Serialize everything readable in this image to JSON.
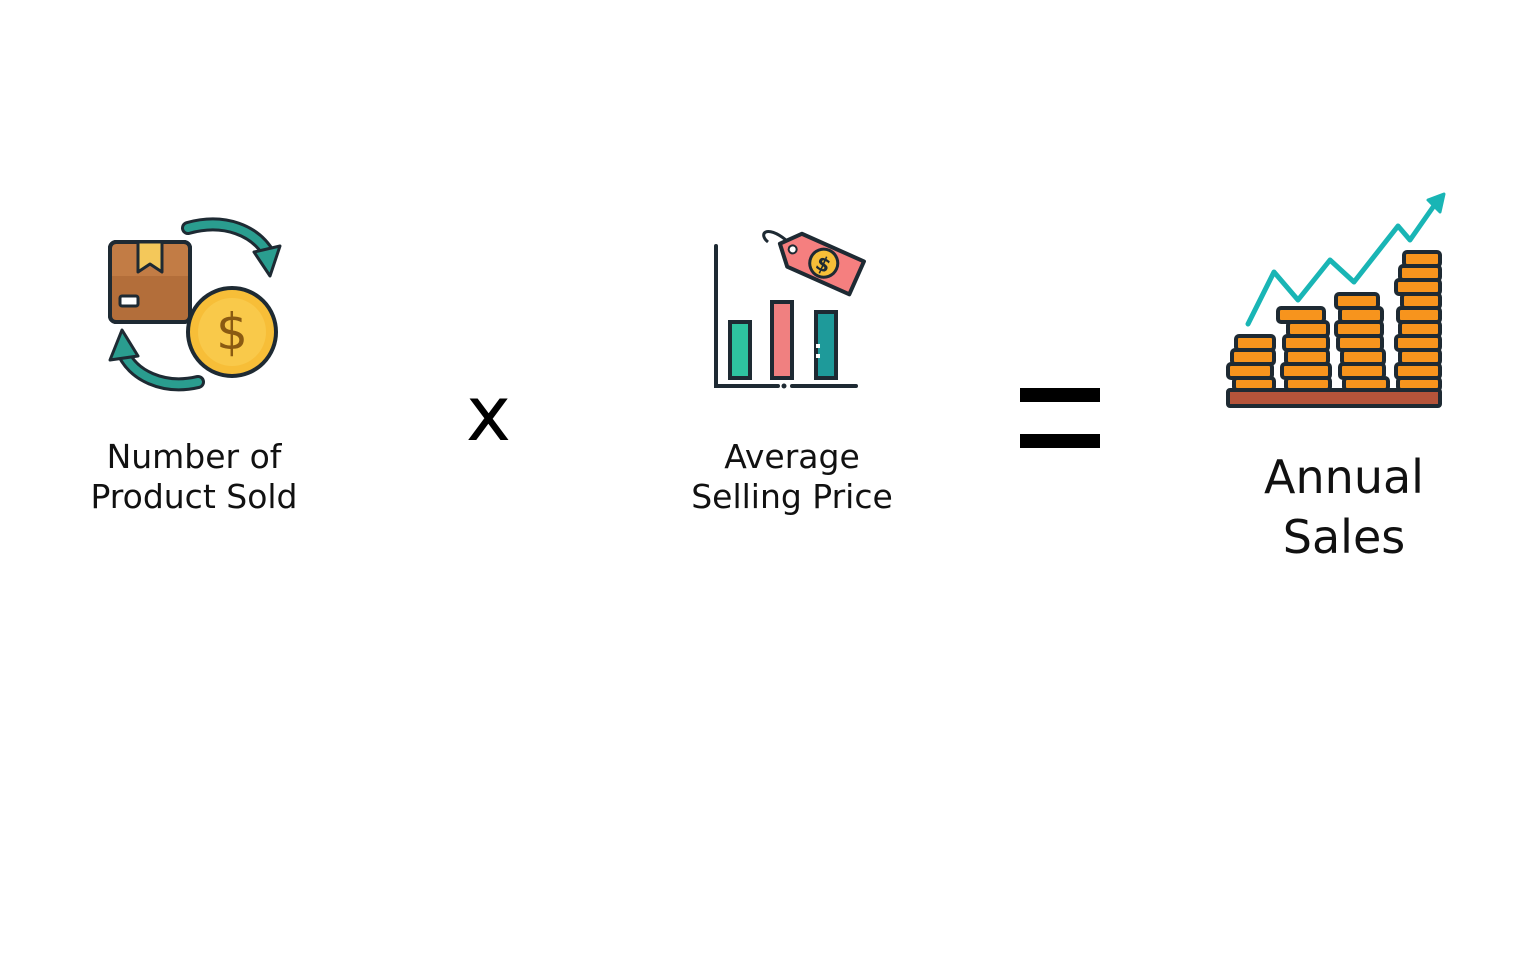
{
  "terms": [
    {
      "id": "product_sold",
      "icon": "box-coin-exchange-icon",
      "label_lines": [
        "Number of",
        "Product Sold"
      ]
    },
    {
      "id": "avg_price",
      "icon": "price-tag-bar-chart-icon",
      "label_lines": [
        "Average",
        "Selling Price"
      ]
    },
    {
      "id": "annual_sales",
      "icon": "coin-stacks-growth-icon",
      "label_lines": [
        "Annual",
        "Sales"
      ]
    }
  ],
  "operators": {
    "multiply": "x",
    "equals": "="
  },
  "colors": {
    "box": "#C27C45",
    "box_tape": "#F4C85A",
    "coin": "#F7BE38",
    "arrow": "#2A9D8F",
    "bar_green": "#2EC4A0",
    "bar_pink": "#F08080",
    "bar_teal": "#1E9A9A",
    "tag": "#F57F7F",
    "coin_stack": "#F7941D",
    "trend_line": "#19B5B5",
    "base": "#B5543A",
    "outline": "#1E2A33"
  }
}
